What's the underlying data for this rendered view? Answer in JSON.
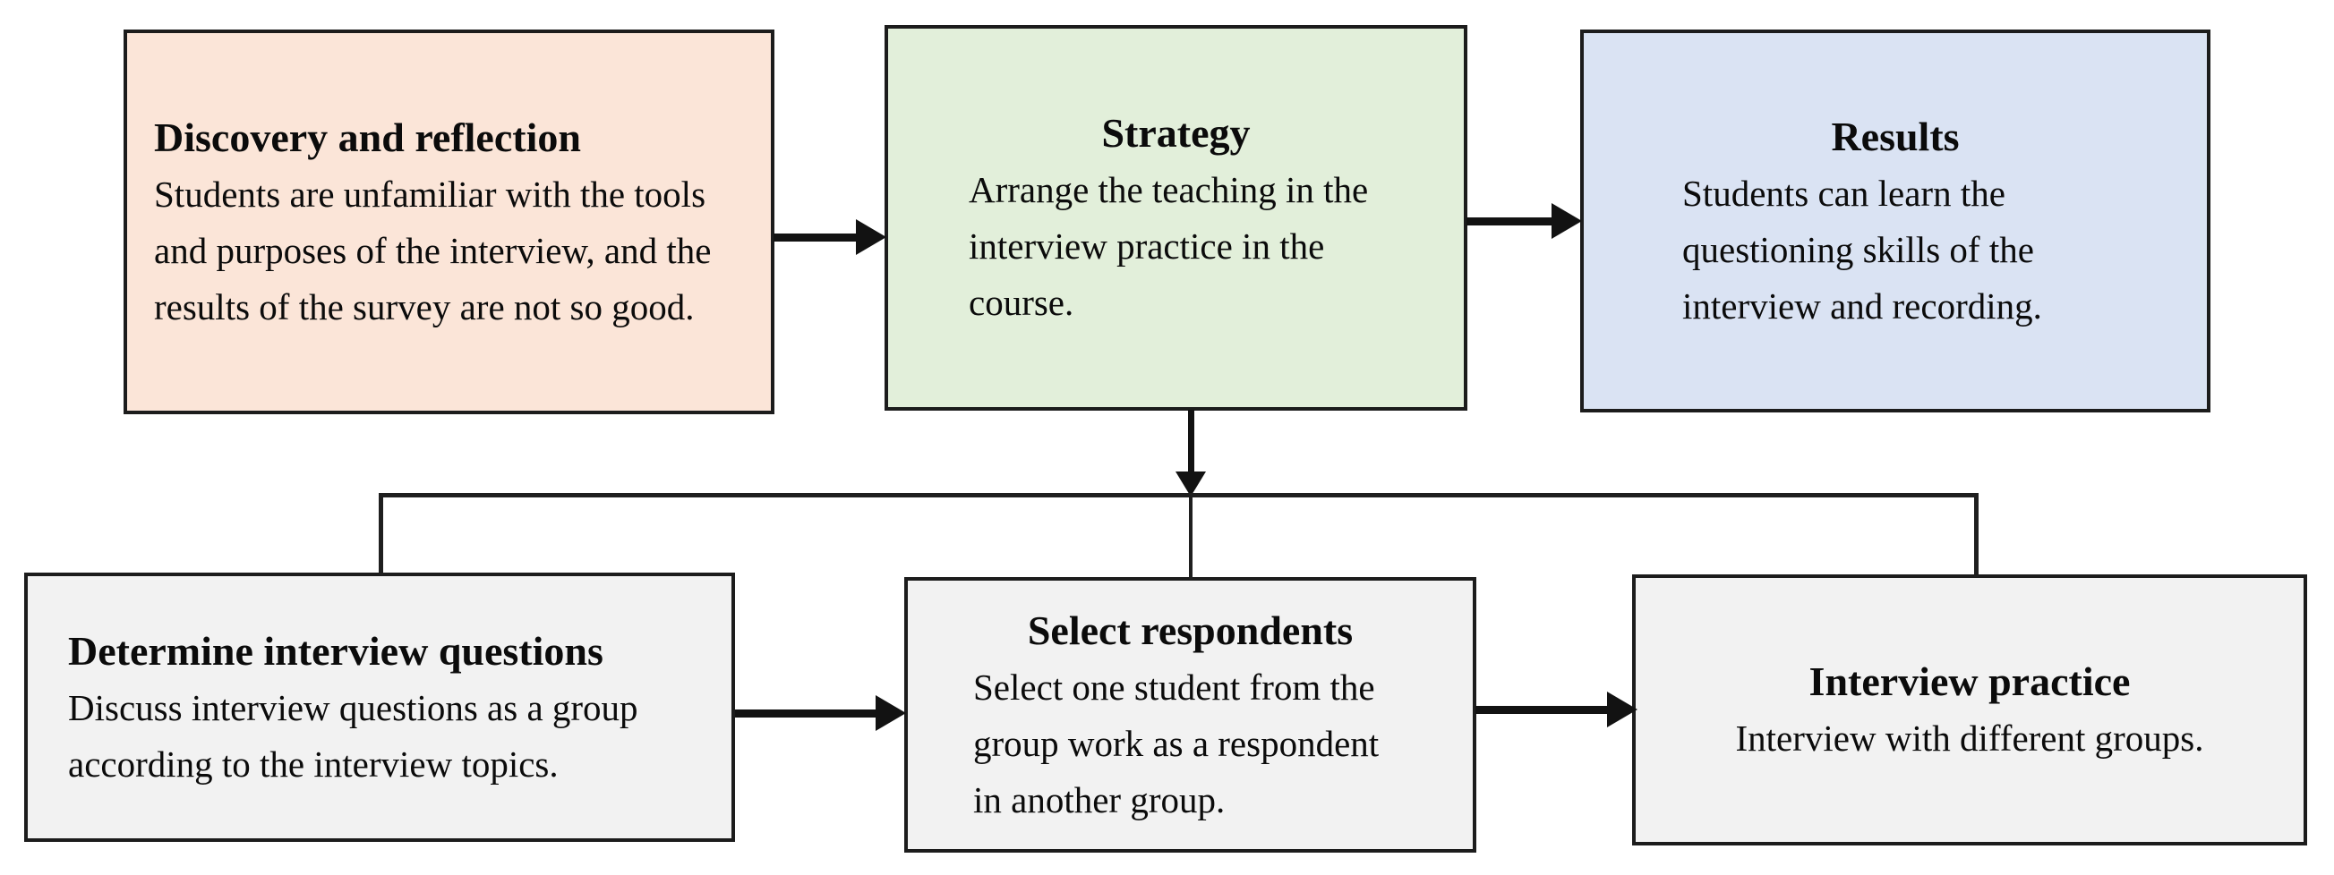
{
  "figure": {
    "type": "flowchart",
    "background": "#ffffff",
    "box_border_color": "#1c1c1c",
    "arrow_color": "#121212"
  },
  "boxes": {
    "discovery": {
      "title": "Discovery and reflection",
      "body": "Students are unfamiliar with the tools and purposes of the interview, and the results of the survey are not so good.",
      "fill": "#FBE5D8"
    },
    "strategy": {
      "title": "Strategy",
      "body": "Arrange the teaching in the interview practice in the course.",
      "fill": "#E2EFDA"
    },
    "results": {
      "title": "Results",
      "body": "Students can learn the questioning skills of the interview and recording.",
      "fill": "#DAE3F3"
    },
    "determine": {
      "title": "Determine interview questions",
      "body": "Discuss interview questions as a group according to the interview topics.",
      "fill": "#F2F2F2"
    },
    "select": {
      "title": "Select respondents",
      "body": "Select one student from the group work as a respondent in another group.",
      "fill": "#F2F2F2"
    },
    "practice": {
      "title": "Interview practice",
      "body": "Interview with different groups.",
      "fill": "#F2F2F2"
    }
  },
  "connections": [
    {
      "from": "Discovery and reflection",
      "to": "Strategy",
      "style": "arrow-right"
    },
    {
      "from": "Strategy",
      "to": "Results",
      "style": "arrow-right"
    },
    {
      "from": "Strategy",
      "to": "branch line over bottom row",
      "style": "arrow-down"
    },
    {
      "from": "branch line",
      "to": "Determine interview questions",
      "style": "line-down"
    },
    {
      "from": "branch line",
      "to": "Select respondents",
      "style": "line-down"
    },
    {
      "from": "branch line",
      "to": "Interview practice",
      "style": "line-down"
    },
    {
      "from": "Determine interview questions",
      "to": "Select respondents",
      "style": "arrow-right"
    },
    {
      "from": "Select respondents",
      "to": "Interview practice",
      "style": "arrow-right"
    }
  ]
}
